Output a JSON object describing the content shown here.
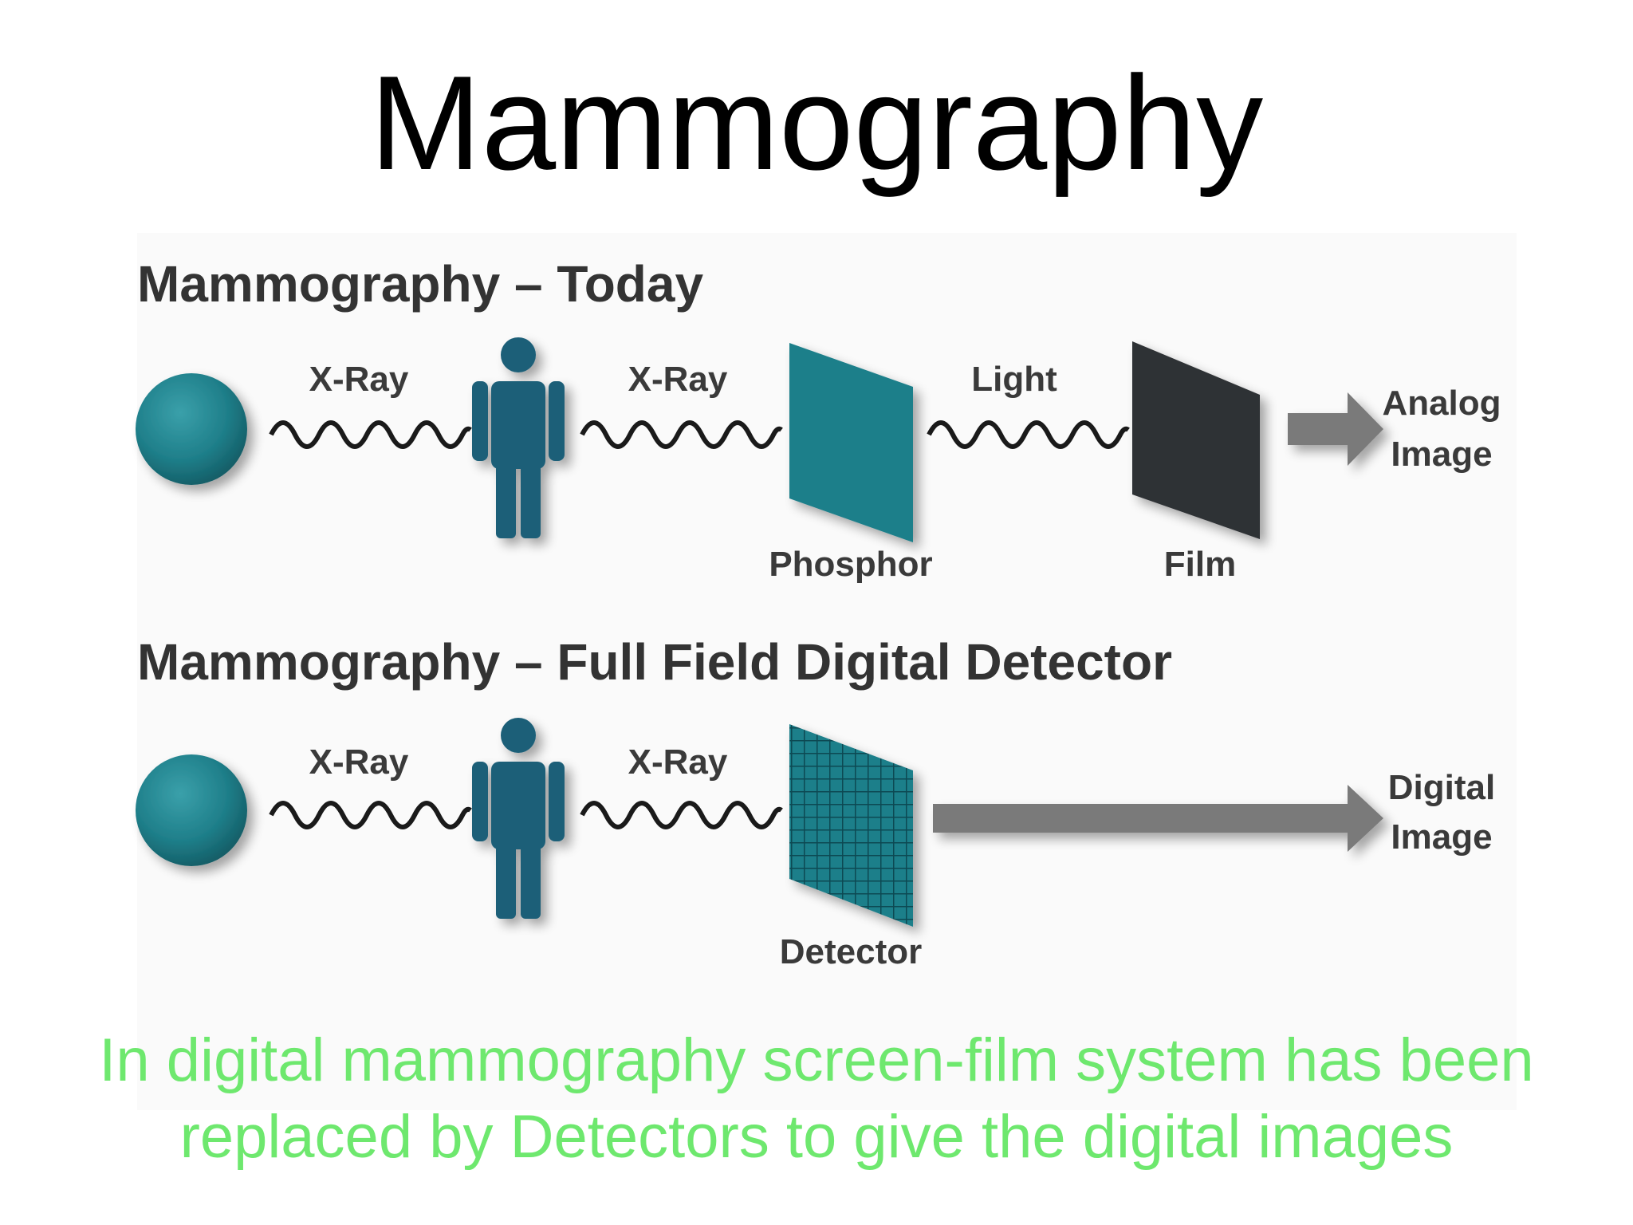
{
  "title": "Mammography",
  "sections": {
    "today": {
      "heading": "Mammography – Today",
      "wave1_label": "X-Ray",
      "wave2_label": "X-Ray",
      "wave3_label": "Light",
      "phosphor_label": "Phosphor",
      "film_label": "Film",
      "output_line1": "Analog",
      "output_line2": "Image"
    },
    "digital": {
      "heading": "Mammography – Full Field Digital Detector",
      "wave1_label": "X-Ray",
      "wave2_label": "X-Ray",
      "detector_label": "Detector",
      "output_line1": "Digital",
      "output_line2": "Image"
    }
  },
  "caption": {
    "line1": "In digital mammography screen-film system has been",
    "line2": "replaced by Detectors to give the digital images"
  },
  "colors": {
    "teal": "#1f7f8a",
    "figure": "#1e5f78",
    "film": "#2e3034",
    "arrow": "#7a7a7a",
    "label": "#3a3a3a",
    "caption": "#6ee86e"
  },
  "icons": [
    "source-sphere-icon",
    "person-icon",
    "wave-icon",
    "phosphor-plate-icon",
    "film-plate-icon",
    "detector-grid-icon",
    "arrow-right-icon"
  ]
}
